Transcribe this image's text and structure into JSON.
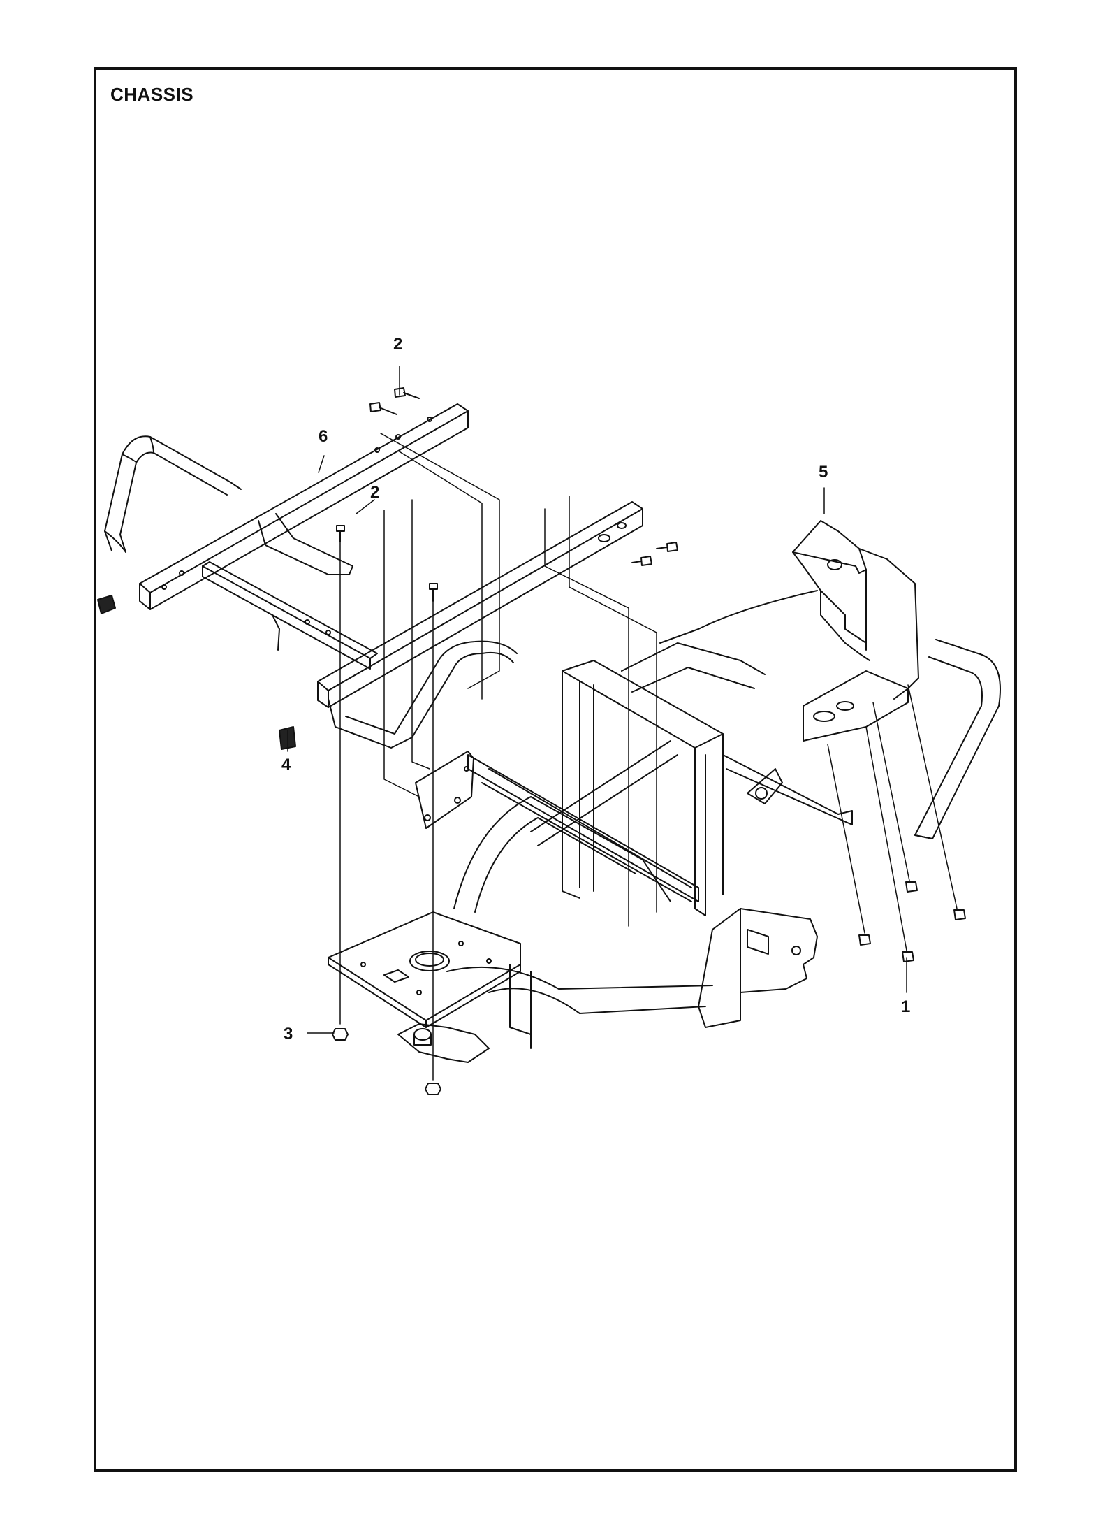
{
  "page": {
    "title": "CHASSIS"
  },
  "callouts": [
    {
      "id": "c1",
      "number": "1"
    },
    {
      "id": "c2a",
      "number": "2"
    },
    {
      "id": "c2b",
      "number": "2"
    },
    {
      "id": "c3",
      "number": "3"
    },
    {
      "id": "c4",
      "number": "4"
    },
    {
      "id": "c5",
      "number": "5"
    },
    {
      "id": "c6",
      "number": "6"
    }
  ],
  "colors": {
    "line": "#111111",
    "background": "#ffffff"
  }
}
